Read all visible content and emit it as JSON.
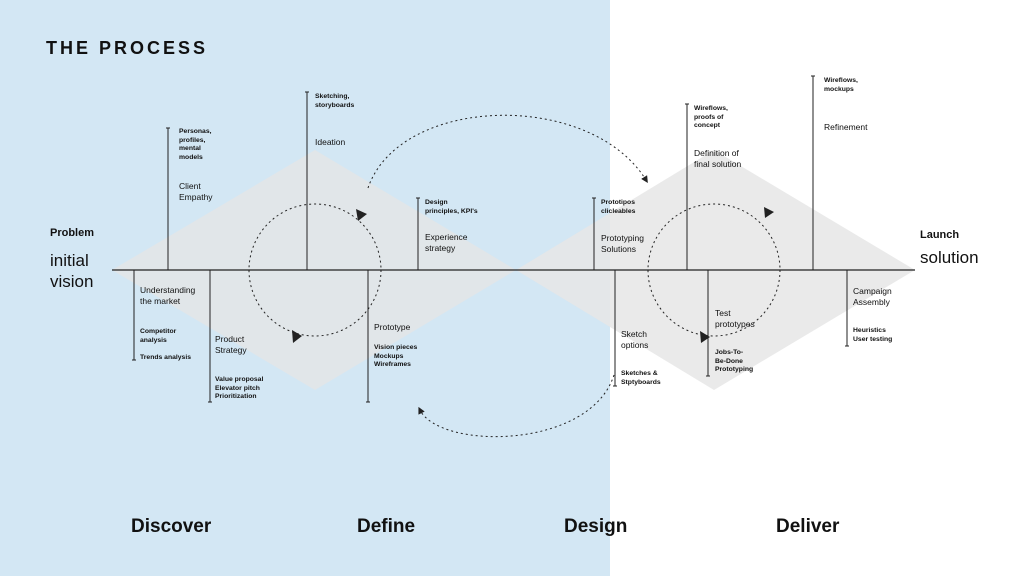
{
  "colors": {
    "background_left": "#d3e7f4",
    "background_right": "#ffffff",
    "diamond": "#e6e6e6",
    "line": "#222222"
  },
  "title": "THE PROCESS",
  "start": {
    "heading": "Problem",
    "label": "initial\nvision"
  },
  "end": {
    "heading": "Launch",
    "label": "solution"
  },
  "phases": [
    "Discover",
    "Define",
    "Design",
    "Deliver"
  ],
  "steps": [
    {
      "label": "Client\nEmpathy",
      "details": "Personas,\nprofiles,\nmental\nmodels"
    },
    {
      "label": "Understanding\nthe market",
      "details": "Competitor\nanalysis\n\nTrends analysis"
    },
    {
      "label": "Product\nStrategy",
      "details": "Value proposal\nElevator pitch\nPrioritization"
    },
    {
      "label": "Ideation",
      "details": "Sketching,\nstoryboards"
    },
    {
      "label": "Prototype",
      "details": "Vision pieces\nMockups\nWireframes"
    },
    {
      "label": "Experience\nstrategy",
      "details": "Design\nprinciples, KPI's"
    },
    {
      "label": "Prototyping\nSolutions",
      "details": "Prototipos\nclicleables"
    },
    {
      "label": "Sketch\noptions",
      "details": "Sketches &\nStptyboards"
    },
    {
      "label": "Definition of\nfinal solution",
      "details": "Wireflows,\nproofs of\nconcept"
    },
    {
      "label": "Test\nprototypes",
      "details": "Jobs-To-\nBe-Done\nPrototyping"
    },
    {
      "label": "Refinement",
      "details": "Wireflows,\nmockups"
    },
    {
      "label": "Campaign\nAssembly",
      "details": "Heuristics\nUser testing"
    }
  ]
}
